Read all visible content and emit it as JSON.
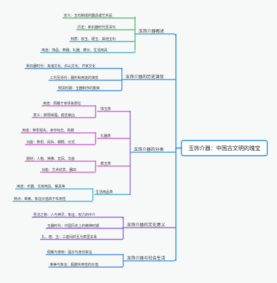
{
  "root": "玉饰介器：中国古文明的瑰宝",
  "branches": [
    {
      "label": "玉饰介器概述",
      "color": "#1d8fe0",
      "items": [
        {
          "text": "定义：玉石制成的器具或艺术品",
          "color": "#3ab45a"
        },
        {
          "text": "历史：新石器时代至清代",
          "color": "#3ab45a"
        },
        {
          "text": "材质：软玉、硬玉、其他玉石",
          "color": "#2aa4c4"
        },
        {
          "text": "用途：饰品、祭器、礼器、葬仪、生活用具",
          "color": "#2aa4c4"
        }
      ]
    },
    {
      "label": "玉饰介器的历史演变",
      "color": "#1d8fe0",
      "items": [
        {
          "text": "新石器时代：良渚文化、红山文化、齐家文化",
          "color": "#2a7bd6"
        },
        {
          "text": "三代至清代：器形和用途的演变",
          "color": "#2a7bd6"
        },
        {
          "text": "明清时期：玉器制作的繁荣",
          "color": "#2a7bd6"
        }
      ]
    },
    {
      "label": "玉饰介器的分类",
      "color": "#1d8fe0",
      "groups": [
        {
          "label": "饰玉类",
          "color": "#c848c8",
          "items": [
            "用途：佩戴于身体各部位",
            "意义：辟邪纳福、趋吉避凶"
          ]
        },
        {
          "label": "礼器类",
          "color": "#c848c8",
          "items": [
            "用途：祭祀祖先、身份标志、殉葬",
            "功能：祭祀、阅兵、朝聘、仪式"
          ]
        },
        {
          "label": "葬玉类",
          "color": "#c848c8",
          "items": [
            "题材：人物、神佛、龙凤、鸟兽",
            "功能：艺术欣赏、器皿"
          ]
        },
        {
          "label": "生活用品类",
          "color": "#2aa4c4",
          "items": [
            "用途：乐器、文房用具、餐具等",
            "特点：审美、象征价值高于实用性"
          ]
        }
      ]
    },
    {
      "label": "玉饰介器的文化意义",
      "color": "#7c4dd6",
      "items": [
        {
          "text": "圣洁之物：人与神灵、象征、权力的中介",
          "color": "#7c4dd6"
        },
        {
          "text": "玉器时代：中国历史上的精神时期",
          "color": "#7c4dd6"
        },
        {
          "text": "礼、德、玉：三者间的互为表里关系",
          "color": "#7c4dd6"
        }
      ]
    },
    {
      "label": "玉饰介器与社会生活",
      "color": "#1d8fe0",
      "items": [
        {
          "text": "佩戴与使用：提示与身份象征",
          "color": "#2a7bd6"
        },
        {
          "text": "审美与象征：超越实用性的价值",
          "color": "#2a7bd6"
        }
      ]
    }
  ]
}
